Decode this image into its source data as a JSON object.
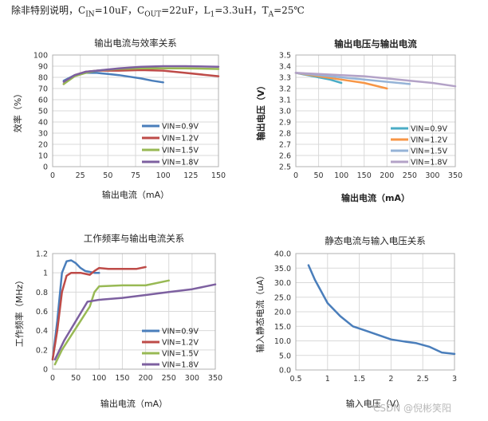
{
  "header": {
    "prefix": "除非特别说明，C",
    "cin_sub": "IN",
    "cin_val": "=10uF，C",
    "cout_sub": "OUT",
    "cout_val": "=22uF，L",
    "l_sub": "1",
    "l_val": "=3.3uH，T",
    "t_sub": "A",
    "t_val": "=25℃"
  },
  "watermark": "CSDN @倪彬笑阳",
  "colors": {
    "vin_0_9": "#4a7ebb",
    "vin_1_2": "#be4b48",
    "vin_1_5": "#98b954",
    "vin_1_8": "#7d60a0",
    "axis": "#868686",
    "grid": "#d9d9d9"
  },
  "chart_data": [
    {
      "type": "line",
      "title": "输出电流与效率关系",
      "xlabel": "输出电流（mA）",
      "ylabel": "效率（%）",
      "xlim": [
        0,
        150
      ],
      "ylim": [
        0,
        100
      ],
      "xticks": [
        0,
        25,
        50,
        75,
        100,
        125,
        150
      ],
      "yticks": [
        0,
        10,
        20,
        30,
        40,
        50,
        60,
        70,
        80,
        90,
        100
      ],
      "grid": true,
      "legend_position": "bottom-center",
      "series": [
        {
          "name": "VIN=0.9V",
          "color": "#4a7ebb",
          "x": [
            10,
            20,
            30,
            40,
            50,
            60,
            70,
            80,
            90,
            100
          ],
          "y": [
            77,
            82,
            84,
            84,
            83,
            82,
            80.5,
            79,
            77,
            75.5
          ]
        },
        {
          "name": "VIN=1.2V",
          "color": "#be4b48",
          "x": [
            10,
            20,
            30,
            40,
            60,
            80,
            100,
            120,
            150
          ],
          "y": [
            74,
            82,
            85,
            86,
            86,
            86.5,
            86,
            84,
            81
          ]
        },
        {
          "name": "VIN=1.5V",
          "color": "#98b954",
          "x": [
            10,
            20,
            30,
            40,
            60,
            80,
            100,
            120,
            150
          ],
          "y": [
            74,
            81,
            84,
            86,
            87.5,
            88,
            88,
            88,
            87.5
          ]
        },
        {
          "name": "VIN=1.8V",
          "color": "#7d60a0",
          "x": [
            10,
            20,
            30,
            40,
            60,
            80,
            100,
            120,
            150
          ],
          "y": [
            76,
            82,
            85,
            86,
            88,
            89.5,
            90,
            90,
            89.5
          ]
        }
      ]
    },
    {
      "type": "line",
      "title": "输出电压与输出电流",
      "xlabel": "输出电流（mA）",
      "ylabel": "输出电压（V）",
      "xlim": [
        0,
        350
      ],
      "ylim": [
        2.5,
        3.5
      ],
      "xticks": [
        0,
        50,
        100,
        150,
        200,
        250,
        300,
        350
      ],
      "yticks": [
        2.5,
        2.6,
        2.7,
        2.8,
        2.9,
        3.0,
        3.1,
        3.2,
        3.3,
        3.4,
        3.5
      ],
      "grid": true,
      "legend_position": "bottom-right",
      "series": [
        {
          "name": "VIN=0.9V",
          "color": "#4bacc6",
          "x": [
            0,
            25,
            50,
            75,
            100
          ],
          "y": [
            3.34,
            3.32,
            3.3,
            3.28,
            3.25
          ]
        },
        {
          "name": "VIN=1.2V",
          "color": "#f79646",
          "x": [
            0,
            50,
            100,
            150,
            200
          ],
          "y": [
            3.34,
            3.31,
            3.28,
            3.25,
            3.2
          ]
        },
        {
          "name": "VIN=1.5V",
          "color": "#95b3d7",
          "x": [
            0,
            50,
            100,
            150,
            200,
            250
          ],
          "y": [
            3.34,
            3.32,
            3.3,
            3.28,
            3.26,
            3.24
          ]
        },
        {
          "name": "VIN=1.8V",
          "color": "#b3a2c7",
          "x": [
            0,
            50,
            100,
            150,
            200,
            250,
            300,
            350
          ],
          "y": [
            3.34,
            3.33,
            3.32,
            3.31,
            3.29,
            3.27,
            3.25,
            3.22
          ]
        }
      ]
    },
    {
      "type": "line",
      "title": "工作频率与输出电流关系",
      "xlabel": "输出电流（mA）",
      "ylabel": "工作频率（MHz）",
      "xlim": [
        0,
        350
      ],
      "ylim": [
        0,
        1.2
      ],
      "xticks": [
        0,
        50,
        100,
        150,
        200,
        250,
        300,
        350
      ],
      "yticks": [
        0,
        0.2,
        0.4,
        0.6,
        0.8,
        1.0,
        1.2
      ],
      "grid": true,
      "legend_position": "bottom-center",
      "series": [
        {
          "name": "VIN=0.9V",
          "color": "#4a7ebb",
          "x": [
            0,
            10,
            20,
            30,
            40,
            50,
            60,
            70,
            80,
            90,
            100
          ],
          "y": [
            0.1,
            0.5,
            1.0,
            1.12,
            1.13,
            1.1,
            1.05,
            1.02,
            1.01,
            1.0,
            1.0
          ]
        },
        {
          "name": "VIN=1.2V",
          "color": "#be4b48",
          "x": [
            0,
            10,
            20,
            30,
            40,
            60,
            80,
            90,
            100,
            120,
            150,
            180,
            200
          ],
          "y": [
            0.1,
            0.4,
            0.8,
            0.97,
            1.0,
            1.0,
            0.98,
            1.02,
            1.05,
            1.04,
            1.04,
            1.04,
            1.06
          ]
        },
        {
          "name": "VIN=1.5V",
          "color": "#98b954",
          "x": [
            5,
            20,
            40,
            60,
            80,
            90,
            100,
            150,
            200,
            250
          ],
          "y": [
            0.05,
            0.2,
            0.35,
            0.5,
            0.65,
            0.8,
            0.86,
            0.87,
            0.87,
            0.92
          ]
        },
        {
          "name": "VIN=1.8V",
          "color": "#7d60a0",
          "x": [
            5,
            25,
            50,
            75,
            100,
            150,
            200,
            250,
            300,
            350
          ],
          "y": [
            0.1,
            0.3,
            0.5,
            0.7,
            0.72,
            0.74,
            0.77,
            0.8,
            0.83,
            0.88
          ]
        }
      ]
    },
    {
      "type": "line",
      "title": "静态电流与输入电压关系",
      "xlabel": "输入电压（V）",
      "ylabel": "输入静态电流（uA）",
      "xlim": [
        0.5,
        3
      ],
      "ylim": [
        0,
        40
      ],
      "xticks": [
        0.5,
        1,
        1.5,
        2,
        2.5,
        3
      ],
      "yticks": [
        0,
        5,
        10,
        15,
        20,
        25,
        30,
        35,
        40
      ],
      "grid": true,
      "legend_position": "none",
      "series": [
        {
          "color": "#4a7ebb",
          "x": [
            0.7,
            0.8,
            0.9,
            1.0,
            1.2,
            1.4,
            1.6,
            1.8,
            2.0,
            2.2,
            2.4,
            2.6,
            2.8,
            3.0
          ],
          "y": [
            36,
            31,
            27,
            23,
            18.5,
            15,
            13.5,
            12,
            10.5,
            9.8,
            9.2,
            8,
            6,
            5.5
          ]
        }
      ]
    }
  ]
}
